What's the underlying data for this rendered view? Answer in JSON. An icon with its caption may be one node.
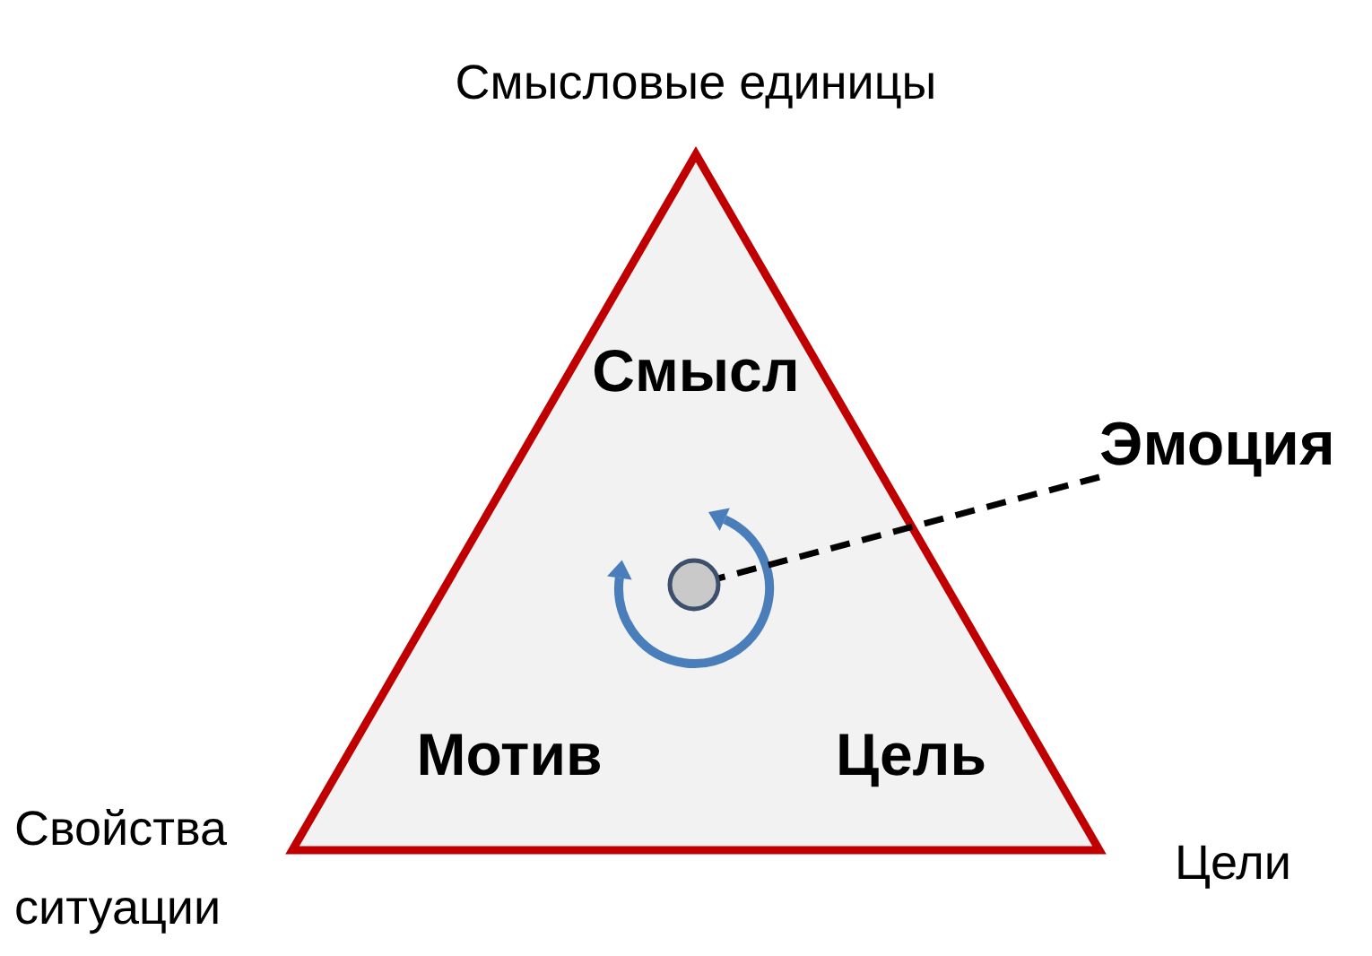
{
  "diagram": {
    "nodes": [
      {
        "text": [
          "Смысл",
          "Мотив",
          "Цель"
        ]
      },
      {
        "text": [],
        "shape": "circle",
        "in": 0
      },
      {
        "text": [
          "Эмоция"
        ]
      }
    ],
    "edges": [
      {
        "from": 2,
        "to": 1,
        "arrow": "none",
        "style": "dashed"
      }
    ],
    "labels": [
      "Смысловые единицы",
      "Свойства ситуации",
      "Цели"
    ]
  }
}
